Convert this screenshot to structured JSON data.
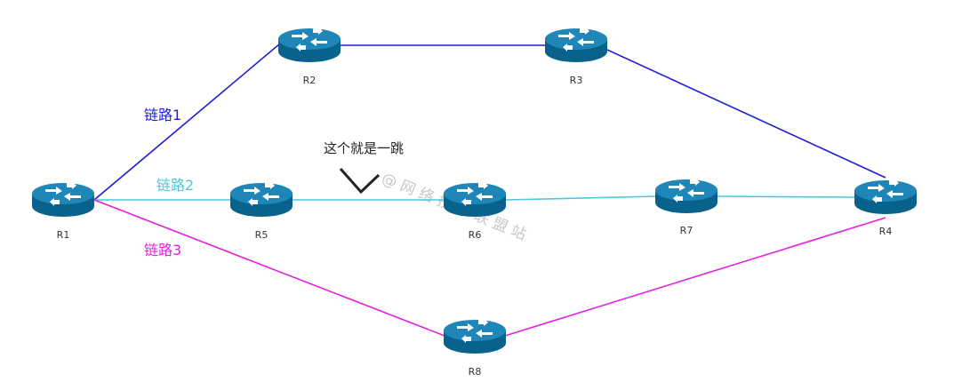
{
  "routers": {
    "r1": "R1",
    "r2": "R2",
    "r3": "R3",
    "r4": "R4",
    "r5": "R5",
    "r6": "R6",
    "r7": "R7",
    "r8": "R8"
  },
  "links": {
    "link1": {
      "label": "链路1",
      "color": "#1d1dd6"
    },
    "link2": {
      "label": "链路2",
      "color": "#4ec6dc"
    },
    "link3": {
      "label": "链路3",
      "color": "#e61ee6"
    }
  },
  "annotation": {
    "text": "这个就是一跳"
  },
  "watermark": {
    "text": "@ 网 络 技 术 联 盟 站"
  },
  "colors": {
    "router_body": "#0a6e9a",
    "router_top": "#2b8fbf",
    "router_side_dark": "#075a80"
  }
}
